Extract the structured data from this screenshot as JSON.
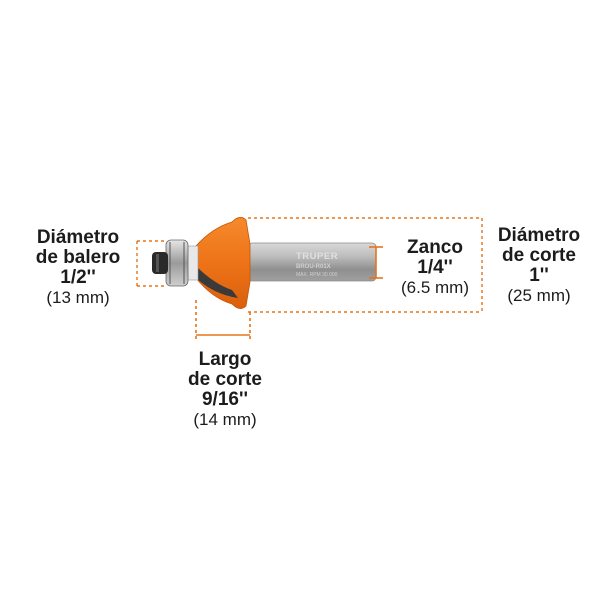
{
  "product": {
    "brand": "TRUPER",
    "code": "BROU-R01X",
    "spec_text": "MAX. RPM 30 000"
  },
  "dimensions": {
    "bearing_diameter": {
      "line1": "Diámetro",
      "line2": "de balero",
      "value": "1/2''",
      "metric": "(13 mm)"
    },
    "shank": {
      "line1": "Zanco",
      "value": "1/4''",
      "metric": "(6.5 mm)"
    },
    "cut_diameter": {
      "line1": "Diámetro",
      "line2": "de corte",
      "value": "1''",
      "metric": "(25 mm)"
    },
    "cut_length": {
      "line1": "Largo",
      "line2": "de corte",
      "value": "9/16''",
      "metric": "(14 mm)"
    }
  },
  "colors": {
    "bit_orange": "#f07a1c",
    "bit_orange_dark": "#d4600e",
    "shank_gray": "#a9a9a9",
    "guide_orange": "#e8731a",
    "bearing_dark": "#2a2a2a"
  }
}
